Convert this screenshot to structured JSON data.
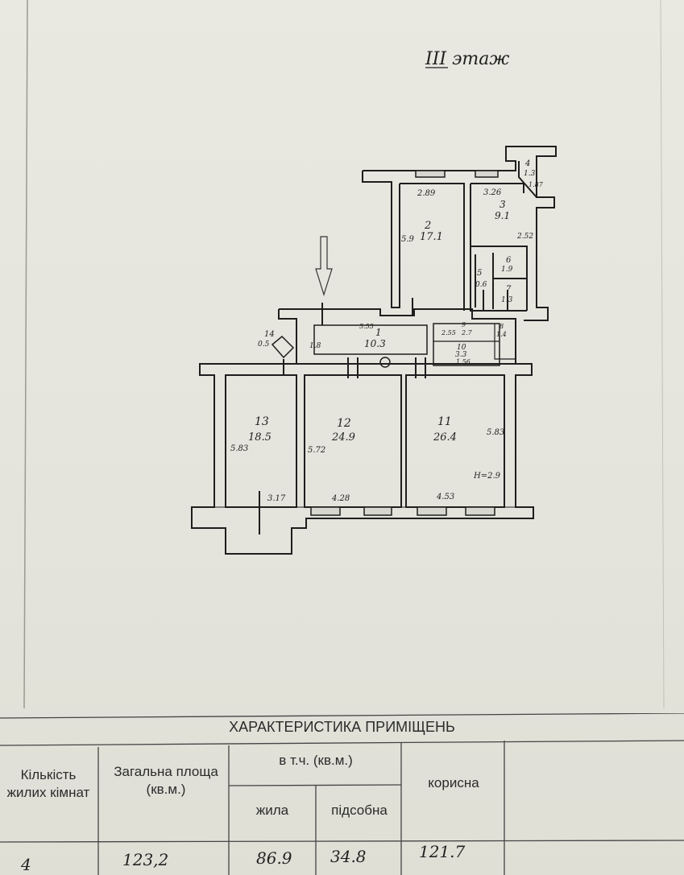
{
  "floor_label": "III этаж",
  "rooms": [
    {
      "id": "room-2",
      "number": "2",
      "area": "17.1",
      "width": "2.89",
      "length": "5.9"
    },
    {
      "id": "room-3",
      "number": "3",
      "area": "9.1",
      "width": "3.26",
      "length": "2.52"
    },
    {
      "id": "room-4",
      "number": "4",
      "area": "1.3",
      "width": "1.87"
    },
    {
      "id": "room-5",
      "number": "5",
      "area": "0.6"
    },
    {
      "id": "room-6",
      "number": "6",
      "area": "1.9"
    },
    {
      "id": "room-7",
      "number": "7",
      "area": "1.3"
    },
    {
      "id": "room-1",
      "number": "1",
      "area": "10.3",
      "dims": [
        "5.55",
        "1.8"
      ]
    },
    {
      "id": "room-8",
      "number": "8",
      "area": "1.4"
    },
    {
      "id": "room-9",
      "number": "9",
      "area": "2.7",
      "width": "2.55"
    },
    {
      "id": "room-10",
      "number": "10",
      "area": "3.3",
      "width": "1.56"
    },
    {
      "id": "room-14",
      "number": "14",
      "area": "0.5"
    },
    {
      "id": "room-13",
      "number": "13",
      "area": "18.5",
      "width": "3.17",
      "length": "5.83"
    },
    {
      "id": "room-12",
      "number": "12",
      "area": "24.9",
      "width": "4.28",
      "length": "5.72"
    },
    {
      "id": "room-11",
      "number": "11",
      "area": "26.4",
      "width": "4.53",
      "length": "5.83"
    }
  ],
  "ceiling_height": "H=2.9",
  "table": {
    "title": "ХАРАКТЕРИСТИКА ПРИМІЩЕНЬ",
    "headers": {
      "rooms_count": "Кількість жилих кімнат",
      "total_area": "Загальна площа (кв.м.)",
      "incl": "в т.ч. (кв.м.)",
      "living": "жила",
      "auxiliary": "підсобна",
      "useful": "корисна"
    },
    "values": {
      "rooms_count": "4",
      "total_area": "123,2",
      "living": "86.9",
      "auxiliary": "34.8",
      "useful": "121.7"
    }
  }
}
